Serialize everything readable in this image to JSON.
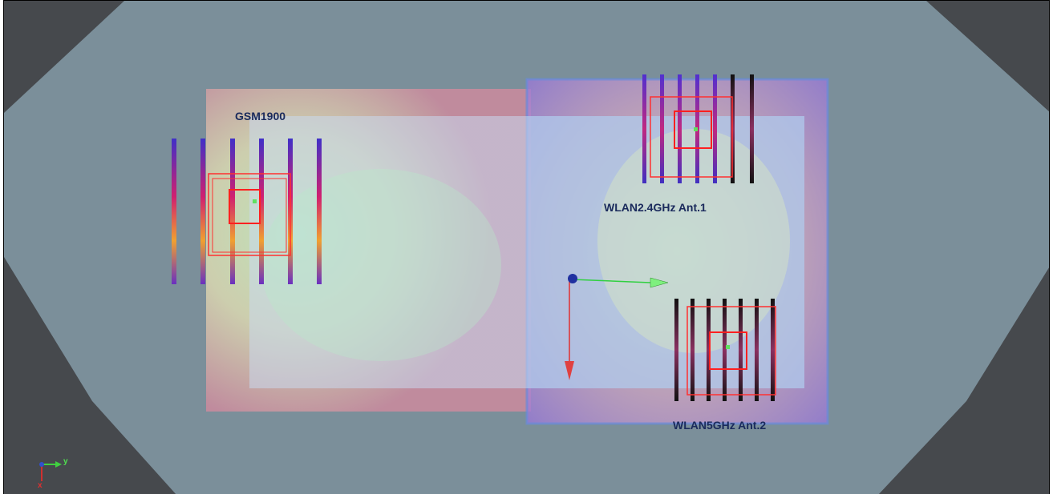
{
  "viewport": {
    "background_color": "#4a4f54",
    "phantom_color": "#7a8f9a"
  },
  "labels": {
    "gsm": "GSM1900",
    "wlan24": "WLAN2.4GHz Ant.1",
    "wlan5": "WLAN5GHz Ant.2",
    "label_color": "#1a2a5c"
  },
  "axis_triad": {
    "y_label": "y",
    "x_label": "x"
  },
  "icons": {
    "origin": "coordinate-origin-icon",
    "triad": "axis-triad-icon"
  }
}
